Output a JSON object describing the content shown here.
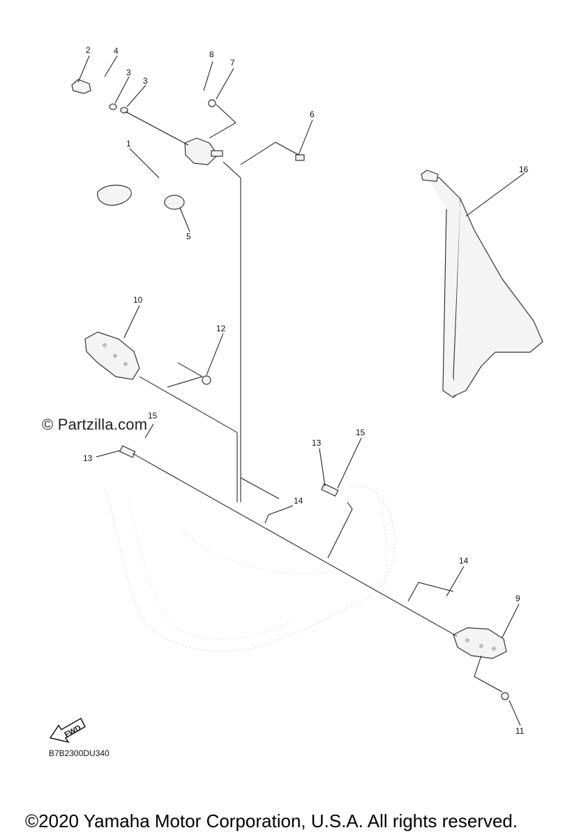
{
  "watermark": "© Partzilla.com",
  "diagram_code": "B7B2300DU340",
  "copyright": "©2020 Yamaha Motor Corporation, U.S.A. All rights reserved.",
  "fwd_label": "FWD",
  "callouts": {
    "c1": "1",
    "c2": "2",
    "c3a": "3",
    "c3b": "3",
    "c4": "4",
    "c5": "5",
    "c6": "6",
    "c7": "7",
    "c8": "8",
    "c9": "9",
    "c10": "10",
    "c11": "11",
    "c12": "12",
    "c13a": "13",
    "c13b": "13",
    "c14a": "14",
    "c14b": "14",
    "c15a": "15",
    "c15b": "15",
    "c16": "16"
  }
}
